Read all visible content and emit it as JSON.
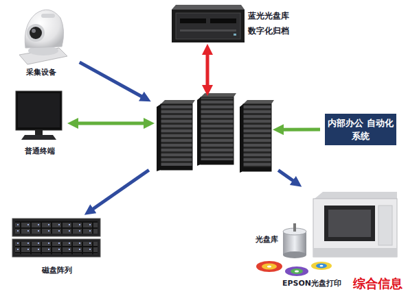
{
  "diagram": {
    "nodes": [
      {
        "text": [
          "采集设备"
        ]
      },
      {
        "text": [
          "蓝光光盘库 数字化归档"
        ]
      },
      {
        "text": [
          "普通终端"
        ]
      },
      {
        "text": []
      },
      {
        "text": [
          "内部办公 自动化系统"
        ]
      },
      {
        "text": [
          "磁盘阵列"
        ]
      },
      {
        "text": [
          "EPSON光盘打印"
        ]
      }
    ],
    "edges": [
      {
        "from": 0,
        "to": 3,
        "arrow": "to"
      },
      {
        "from": 3,
        "to": 2,
        "arrow": "both"
      },
      {
        "from": 3,
        "to": 1,
        "arrow": "both"
      },
      {
        "from": 4,
        "to": 3,
        "arrow": "to"
      },
      {
        "from": 3,
        "to": 5,
        "arrow": "to"
      },
      {
        "from": 3,
        "to": 6,
        "arrow": "to"
      }
    ],
    "labels": [
      "光盘库",
      "综合信息"
    ]
  }
}
